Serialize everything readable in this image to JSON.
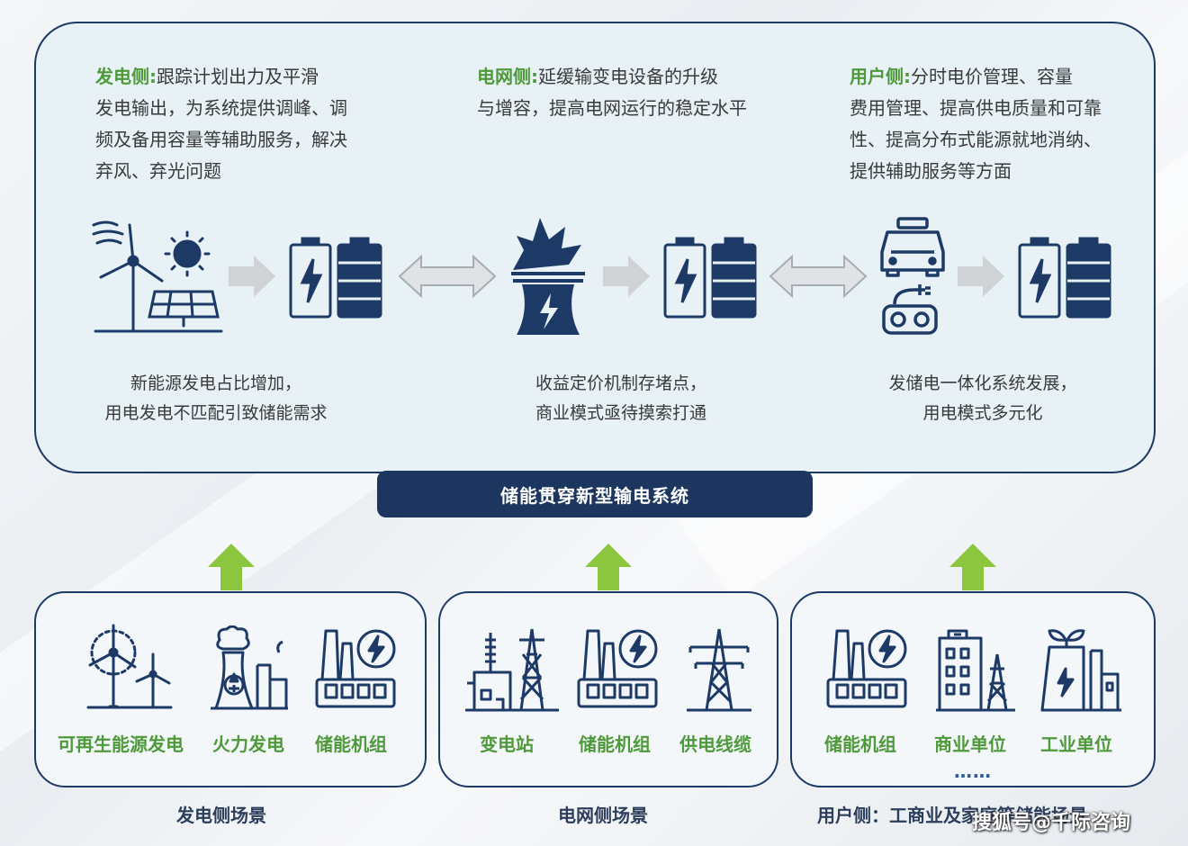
{
  "top": {
    "gen": {
      "head": "发电侧:",
      "lines": [
        "跟踪计划出力及平滑",
        "发电输出，为系统提供调峰、调",
        "频及备用容量等辅助服务，解决",
        "弃风、弃光问题"
      ]
    },
    "grid": {
      "head": "电网侧:",
      "lines": [
        "延缓输变电设备的升级",
        "与增容，提高电网运行的稳定水平"
      ]
    },
    "user": {
      "head": "用户侧:",
      "lines": [
        "分时电价管理、容量",
        "费用管理、提高供电质量和可靠",
        "性、提高分布式能源就地消纳、",
        "提供辅助服务等方面"
      ]
    },
    "captions": [
      [
        "新能源发电占比增加，",
        "用电发电不匹配引致储能需求"
      ],
      [
        "收益定价机制存堵点，",
        "商业模式亟待摸索打通"
      ],
      [
        "发储电一体化系统发展，",
        "用电模式多元化"
      ]
    ]
  },
  "banner": "储能贯穿新型输电系统",
  "boxes": [
    {
      "items": [
        "可再生能源发电",
        "火力发电",
        "储能机组"
      ],
      "scene": "发电侧场景"
    },
    {
      "items": [
        "变电站",
        "储能机组",
        "供电线缆"
      ],
      "scene": "电网侧场景"
    },
    {
      "items": [
        "储能机组",
        "商业单位",
        "工业单位"
      ],
      "extra": "……",
      "scene": "用户侧：工商业及家庭等储能场景"
    }
  ],
  "watermark": "搜狐号@千际咨询",
  "colors": {
    "navy": "#1d3a66",
    "green": "#4e9a3a",
    "arrow_green": "#8cc63f",
    "arrow_gray": "#cfd3d6",
    "panel": "#e7f1f6"
  }
}
